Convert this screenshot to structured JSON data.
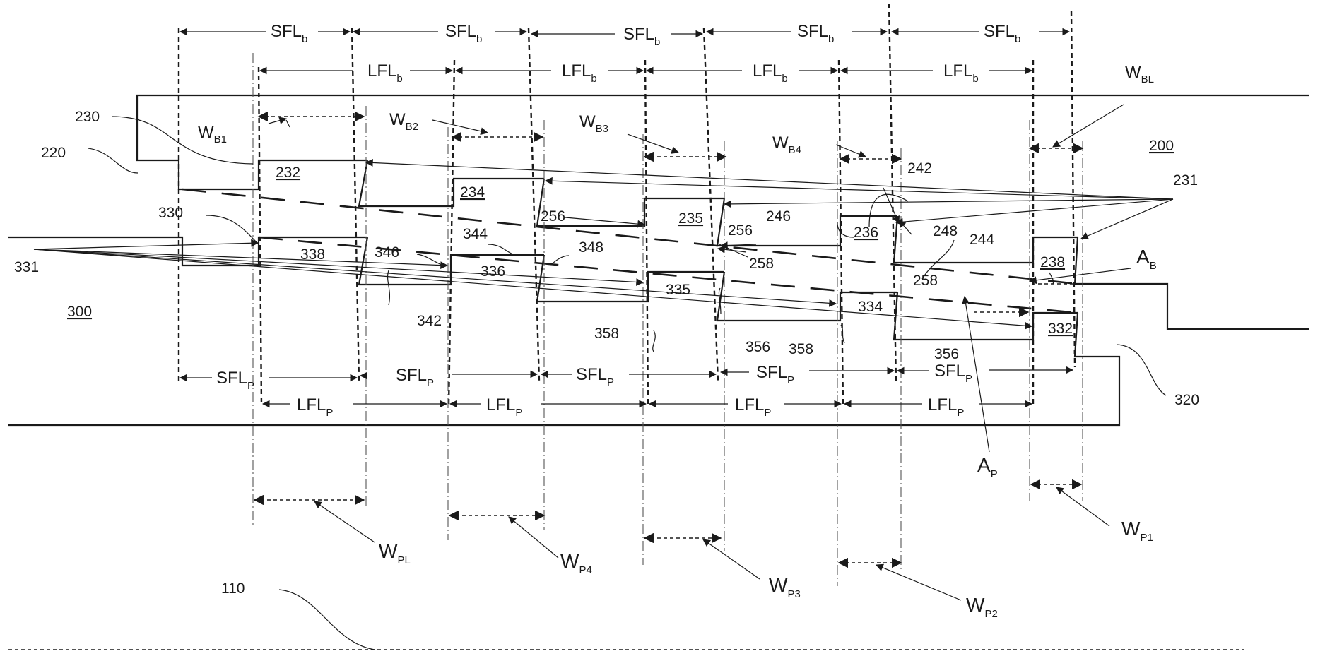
{
  "dimensions": {
    "sfl_b": {
      "base": "SFL",
      "sub": "b"
    },
    "lfl_b": {
      "base": "LFL",
      "sub": "b"
    },
    "sfl_p": {
      "base": "SFL",
      "sub": "P"
    },
    "lfl_p": {
      "base": "LFL",
      "sub": "P"
    }
  },
  "widths": {
    "wb1": {
      "base": "W",
      "sub": "B1"
    },
    "wb2": {
      "base": "W",
      "sub": "B2"
    },
    "wb3": {
      "base": "W",
      "sub": "B3"
    },
    "wb4": {
      "base": "W",
      "sub": "B4"
    },
    "wbl": {
      "base": "W",
      "sub": "BL"
    },
    "wpl": {
      "base": "W",
      "sub": "PL"
    },
    "wp4": {
      "base": "W",
      "sub": "P4"
    },
    "wp3": {
      "base": "W",
      "sub": "P3"
    },
    "wp2": {
      "base": "W",
      "sub": "P2"
    },
    "wp1": {
      "base": "W",
      "sub": "P1"
    }
  },
  "angles": {
    "ab": {
      "base": "A",
      "sub": "B"
    },
    "ap": {
      "base": "A",
      "sub": "P"
    }
  },
  "refs": {
    "r200": "200",
    "r220": "220",
    "r230": "230",
    "r231": "231",
    "r232": "232",
    "r234": "234",
    "r235": "235",
    "r236": "236",
    "r238": "238",
    "r242": "242",
    "r244": "244",
    "r246": "246",
    "r248": "248",
    "r256": "256",
    "r258": "258",
    "r300": "300",
    "r320": "320",
    "r330": "330",
    "r331": "331",
    "r332": "332",
    "r334": "334",
    "r335": "335",
    "r336": "336",
    "r338": "338",
    "r342": "342",
    "r344": "344",
    "r346": "346",
    "r348": "348",
    "r356": "356",
    "r358": "358",
    "r110": "110"
  }
}
